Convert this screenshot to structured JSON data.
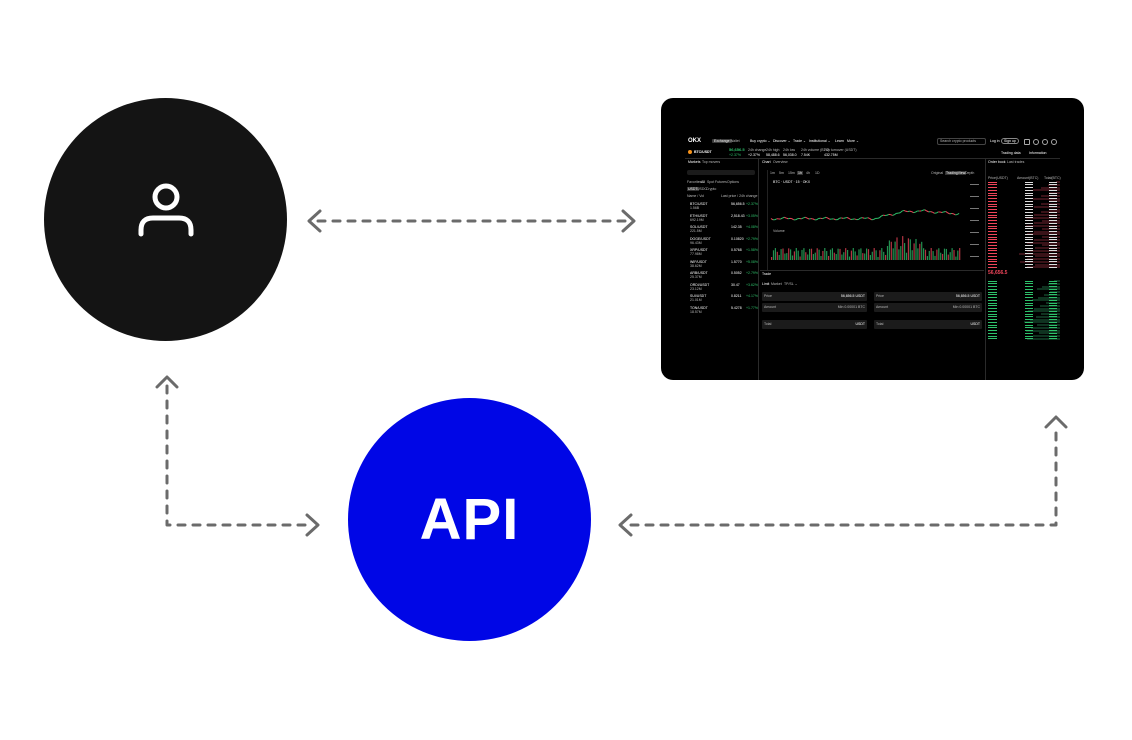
{
  "nodes": {
    "user": {
      "label": "",
      "icon": "user-icon",
      "color": "#141414"
    },
    "api": {
      "label": "API",
      "color": "#0006e6"
    },
    "platform": {
      "label": "",
      "icon": "trading-screen"
    }
  },
  "edges": [
    {
      "from": "user",
      "to": "platform",
      "style": "dashed",
      "arrows": "both"
    },
    {
      "from": "user",
      "to": "api",
      "style": "dashed",
      "arrows": "both"
    },
    {
      "from": "api",
      "to": "platform",
      "style": "dashed",
      "arrows": "both"
    }
  ],
  "screen": {
    "logo": "OKX",
    "top_tabs": [
      "Exchange",
      "Wallet"
    ],
    "nav": [
      "Buy crypto ⌄",
      "Discover ⌄",
      "Trade ⌄",
      "Institutional ⌄",
      "Learn",
      "More ⌄"
    ],
    "search_placeholder": "Search crypto products",
    "login": "Log in",
    "signup": "Sign up",
    "pair": "BTC/USDT",
    "price": "56,656.5",
    "change": "+2.37%",
    "stats": [
      {
        "label": "24h change",
        "value": "+2.37%"
      },
      {
        "label": "24h high",
        "value": "58,488.6"
      },
      {
        "label": "24h low",
        "value": "56,038.0"
      },
      {
        "label": "24h volume (BTC)",
        "value": "7.54K"
      },
      {
        "label": "24h turnover (USDT)",
        "value": "432.75M"
      }
    ],
    "right_links": [
      "Trading data",
      "Information"
    ],
    "markets_tabs": [
      "Markets",
      "Top movers"
    ],
    "chart_tabs": [
      "Chart",
      "Overview"
    ],
    "timeframes": [
      "1m",
      "5m",
      "15m",
      "1h",
      "4h",
      "1D"
    ],
    "chart_modes": [
      "Original",
      "TradingView",
      "Depth"
    ],
    "chart_pair": "BTC · USDT · 15 · OKX",
    "volume_label": "Volume",
    "order_tabs": [
      "Order book",
      "Last trades"
    ],
    "ob_headers": [
      "Price(USDT)",
      "Amount(BTC)",
      "Total(BTC)"
    ],
    "ob_mid": "56,656.5",
    "markets_filter": [
      "Favorites",
      "All",
      "Spot",
      "Futures",
      "Options"
    ],
    "markets_sub": [
      "USDT",
      "USDC",
      "Crypto"
    ],
    "markets_header": [
      "Name / Vol",
      "Last price / 24h change"
    ],
    "markets": [
      {
        "name": "BTC/USDT",
        "vol": "1.56B",
        "price": "56,656.5",
        "chg": "+2.37%"
      },
      {
        "name": "ETH/USDT",
        "vol": "692.19M",
        "price": "2,518.43",
        "chg": "+3.05%"
      },
      {
        "name": "SOL/USDT",
        "vol": "221.5M",
        "price": "142.35",
        "chg": "+4.08%"
      },
      {
        "name": "DOGE/USDT",
        "vol": "96.43M",
        "price": "0.10820",
        "chg": "+2.79%"
      },
      {
        "name": "XRP/USDT",
        "vol": "77.98M",
        "price": "0.5768",
        "chg": "+1.58%"
      },
      {
        "name": "WIF/USDT",
        "vol": "38.62M",
        "price": "1.5770",
        "chg": "+5.08%"
      },
      {
        "name": "ARB/USDT",
        "vol": "25.37M",
        "price": "0.5052",
        "chg": "+2.79%"
      },
      {
        "name": "ORDI/USDT",
        "vol": "23.12M",
        "price": "30.47",
        "chg": "+3.62%"
      },
      {
        "name": "SUI/USDT",
        "vol": "21.01M",
        "price": "0.8211",
        "chg": "+4.17%"
      },
      {
        "name": "TON/USDT",
        "vol": "18.57M",
        "price": "5.4278",
        "chg": "+1.77%"
      }
    ],
    "trade_title": "Trade",
    "trade_tabs": [
      "Limit",
      "Market",
      "TP/SL ⌄"
    ],
    "buy_form": {
      "price_label": "Price",
      "price_value": "56,656.5 USDT",
      "amount_label": "Amount",
      "amount_hint": "Min 0.00001 BTC",
      "total_label": "Total",
      "total_unit": "USDT"
    },
    "sell_form": {
      "price_label": "Price",
      "price_value": "56,656.5 USDT",
      "amount_label": "Amount",
      "amount_hint": "Min 0.00001 BTC",
      "total_label": "Total",
      "total_unit": "USDT"
    },
    "colors": {
      "up": "#2ec26b",
      "down": "#f0455a"
    }
  }
}
